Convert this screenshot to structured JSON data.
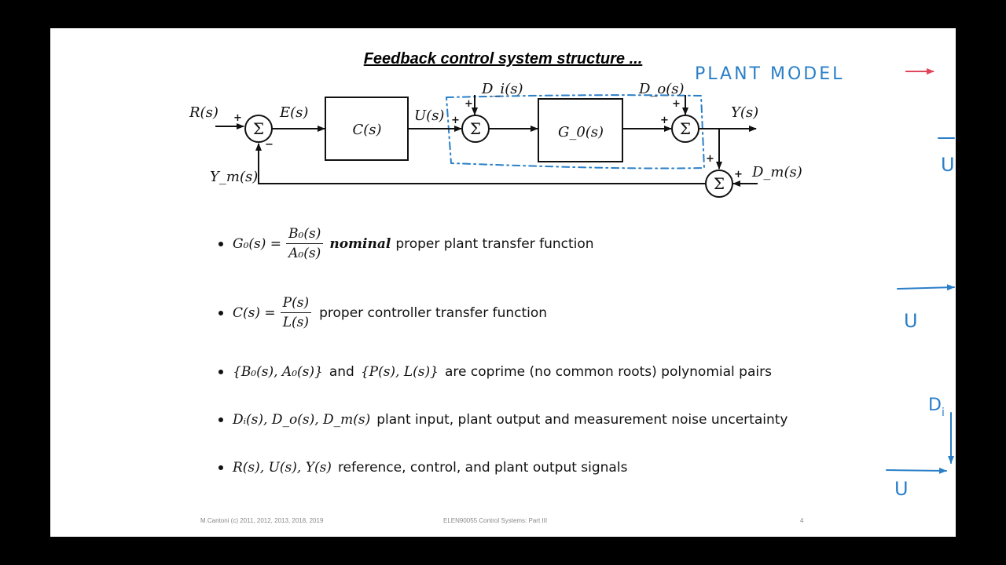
{
  "slide": {
    "title": "Feedback control system structure ...",
    "annotation": "PLANT MODEL"
  },
  "diagram": {
    "signals": {
      "R": "R(s)",
      "E": "E(s)",
      "U": "U(s)",
      "Y": "Y(s)",
      "Ym": "Y_m(s)",
      "Di": "D_i(s)",
      "Do": "D_o(s)",
      "Dm": "D_m(s)"
    },
    "blocks": {
      "controller": "C(s)",
      "plant": "G_0(s)"
    },
    "summing_symbol": "Σ",
    "signs": {
      "plus": "+",
      "minus": "−"
    }
  },
  "bullets": [
    {
      "math": "G₀(s) =",
      "num": "B₀(s)",
      "den": "A₀(s)",
      "emph": "nominal",
      "text": "proper plant transfer function"
    },
    {
      "math": "C(s) =",
      "num": "P(s)",
      "den": "L(s)",
      "text": "proper controller transfer function"
    },
    {
      "math1": "{B₀(s), A₀(s)}",
      "and": "and",
      "math2": "{P(s), L(s)}",
      "text": "are coprime (no common roots) polynomial pairs"
    },
    {
      "math": "Dᵢ(s), D_o(s), D_m(s)",
      "text": "plant input, plant output and measurement noise uncertainty"
    },
    {
      "math": "R(s), U(s), Y(s)",
      "text": "reference, control, and plant output signals"
    }
  ],
  "footer": {
    "left": "M.Cantoni (c) 2011, 2012, 2013, 2018, 2019",
    "center": "ELEN90055 Control Systems: Part III",
    "page": "4"
  },
  "margin_notes": {
    "U1": "U",
    "U2": "U",
    "Di": "D",
    "Di_sub": "i",
    "U3": "U"
  },
  "colors": {
    "ink": "#111111",
    "handwriting": "#2a7fc8",
    "red_arrow": "#e0455a"
  }
}
